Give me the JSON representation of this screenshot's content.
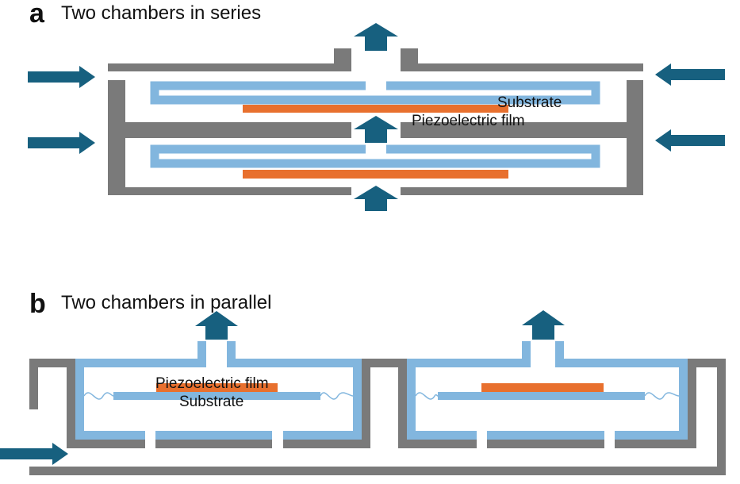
{
  "panel_a": {
    "letter": "a",
    "title": "Two chambers in series",
    "label_substrate": "Substrate",
    "label_film": "Piezoelectric film"
  },
  "panel_b": {
    "letter": "b",
    "title": "Two chambers in parallel",
    "label_film": "Piezoelectric film",
    "label_substrate": "Substrate"
  },
  "colors": {
    "housing": "#7a7a7a",
    "substrate": "#82b6de",
    "film": "#e8702e",
    "arrow": "#17607f"
  }
}
